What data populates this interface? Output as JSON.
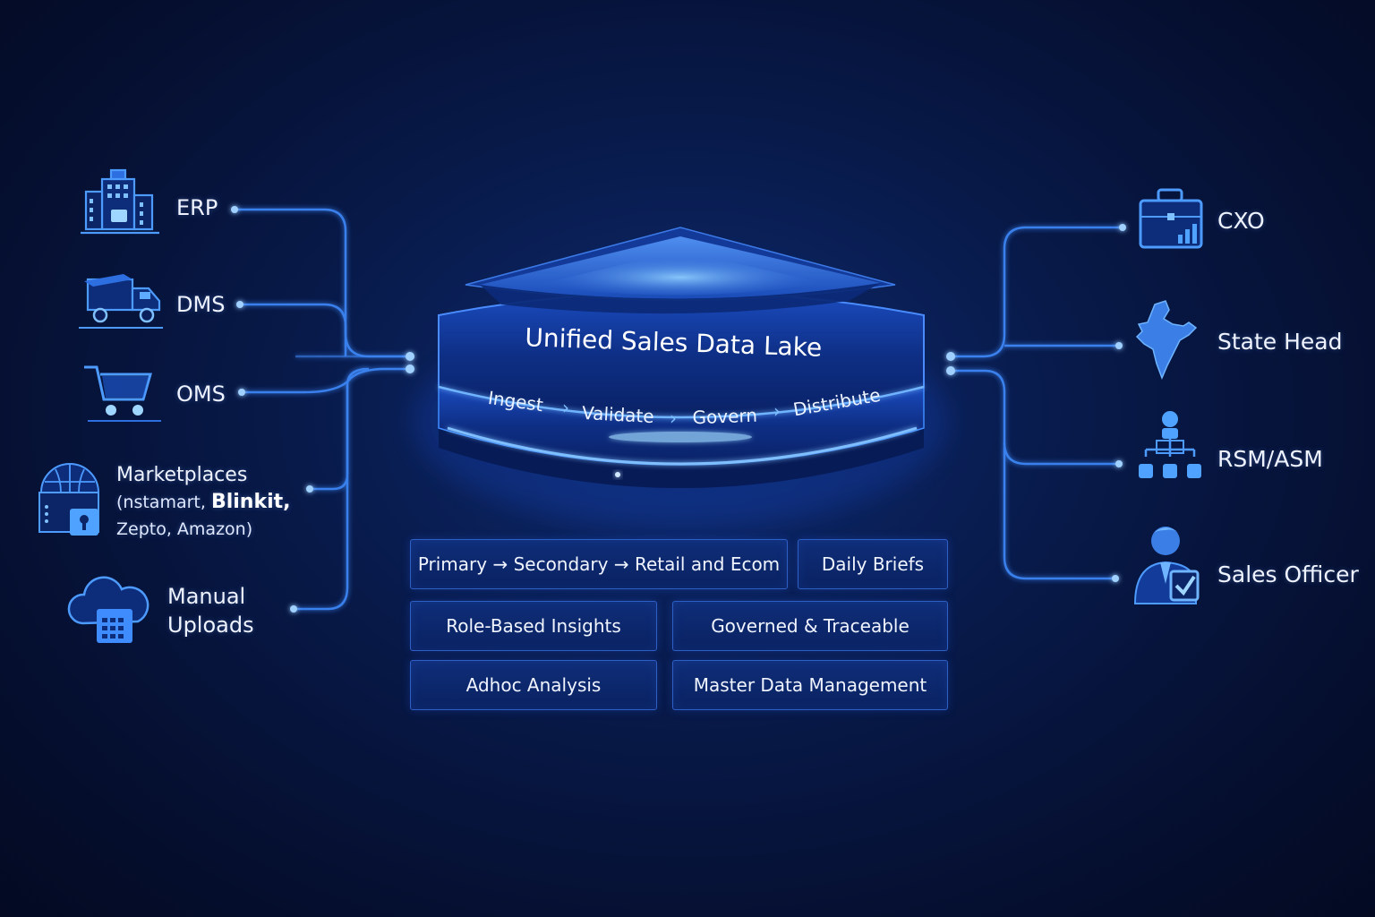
{
  "hub": {
    "title": "Unified Sales Data Lake",
    "steps": [
      "Ingest",
      "Validate",
      "Govern",
      "Distribute"
    ]
  },
  "sources": {
    "erp": "ERP",
    "dms": "DMS",
    "oms": "OMS",
    "marketplaces": {
      "title": "Marketplaces",
      "line1_prefix": "(nstamart,",
      "line1_bold": "Blinkit,",
      "line2": "Zepto, Amazon)"
    },
    "manual": {
      "line1": "Manual",
      "line2": "Uploads"
    }
  },
  "consumers": {
    "cxo": "CXO",
    "state_head": "State Head",
    "rsm_asm": "RSM/ASM",
    "sales_officer": "Sales Officer"
  },
  "tiles": {
    "flow": "Primary →  Secondary → Retail and Ecom",
    "daily_briefs": "Daily Briefs",
    "role_based": "Role-Based Insights",
    "governed": "Governed & Traceable",
    "adhoc": "Adhoc Analysis",
    "mdm": "Master Data Management"
  },
  "colors": {
    "background": "#071848",
    "accent": "#3f8cff",
    "glow": "#8ec4ff",
    "tile_border": "#2d5fc4"
  }
}
